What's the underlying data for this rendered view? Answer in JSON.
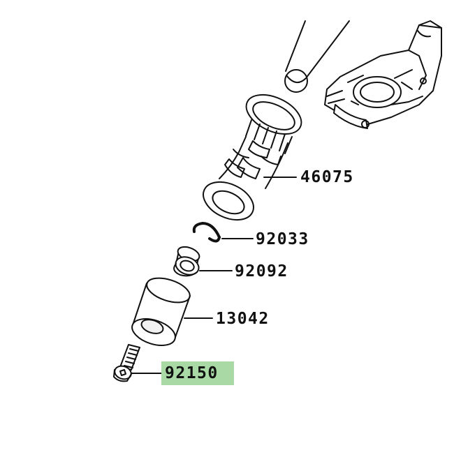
{
  "diagram": {
    "parts": [
      {
        "part_number": "46075",
        "item": "handlebar-grip"
      },
      {
        "part_number": "92033",
        "item": "circlip"
      },
      {
        "part_number": "92092",
        "item": "damper-bushing"
      },
      {
        "part_number": "13042",
        "item": "bar-end-weight"
      },
      {
        "part_number": "92150",
        "item": "bolt",
        "highlighted": true
      }
    ],
    "highlight_color": "#a9d9a5",
    "line_color": "#111111"
  }
}
